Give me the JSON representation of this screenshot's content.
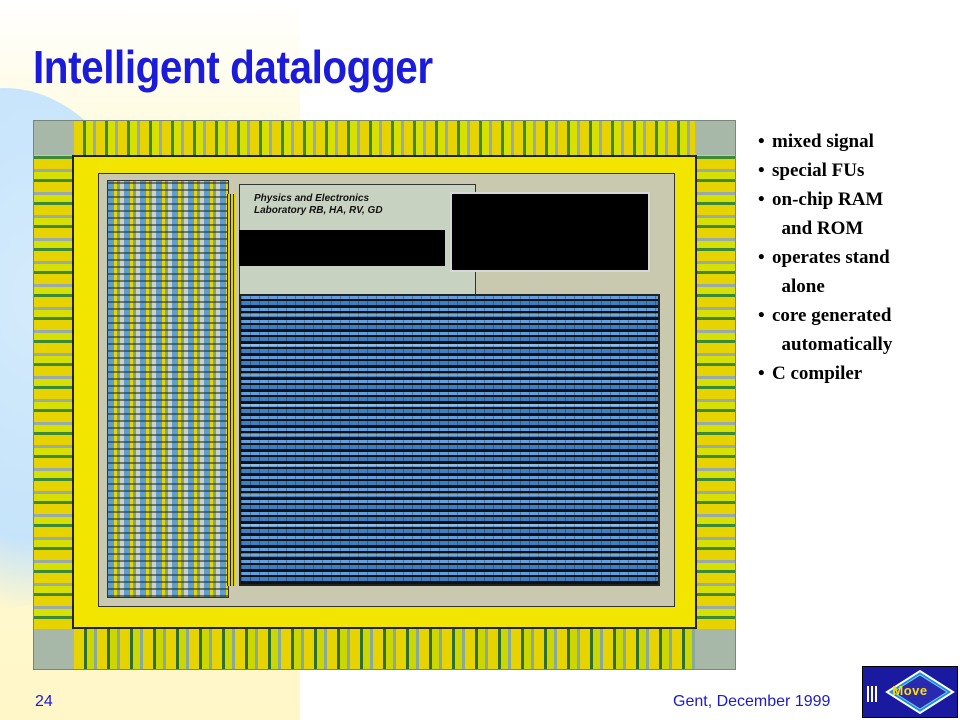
{
  "slide": {
    "title": "Intelligent datalogger",
    "page_number": "24",
    "footer": "Gent, December 1999",
    "title_color": "#1b1bdc",
    "footer_color": "#1a1ad0"
  },
  "chip_image": {
    "label": "Physics and Electronics\nLaboratory RB, HA, RV, GD"
  },
  "bullets": [
    {
      "marker": "•",
      "text": "mixed signal"
    },
    {
      "marker": "•",
      "text": "special FUs"
    },
    {
      "marker": "•",
      "text": "on-chip RAM"
    },
    {
      "marker": "",
      "text": "  and ROM"
    },
    {
      "marker": "•",
      "text": "operates stand"
    },
    {
      "marker": "",
      "text": "  alone"
    },
    {
      "marker": "•",
      "text": "core generated"
    },
    {
      "marker": "",
      "text": "  automatically"
    },
    {
      "marker": "•",
      "text": "C compiler"
    }
  ],
  "nav": {
    "move_label": "Move",
    "move_icon": "move-diamond-icon"
  }
}
